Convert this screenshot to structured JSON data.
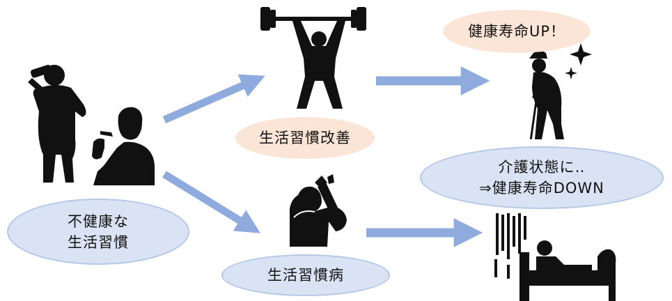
{
  "nodes": {
    "unhealthy": "不健康な\n生活習慣",
    "improvement": "生活習慣改善",
    "disease": "生活習慣病",
    "life_up": "健康寿命UP！",
    "care": "介護状態に‥\n⇒健康寿命DOWN"
  },
  "colors": {
    "blue_fill": "#dae3f3",
    "blue_border": "#b4c7e7",
    "peach_fill": "#fbe5d6",
    "arrow": "#8faadc",
    "silhouette": "#111111"
  },
  "figures": [
    "drinking-man-icon",
    "smoking-man-icon",
    "weightlifter-icon",
    "headache-man-icon",
    "elderly-with-cane-icon",
    "sparkle-icon",
    "bedridden-person-icon"
  ]
}
